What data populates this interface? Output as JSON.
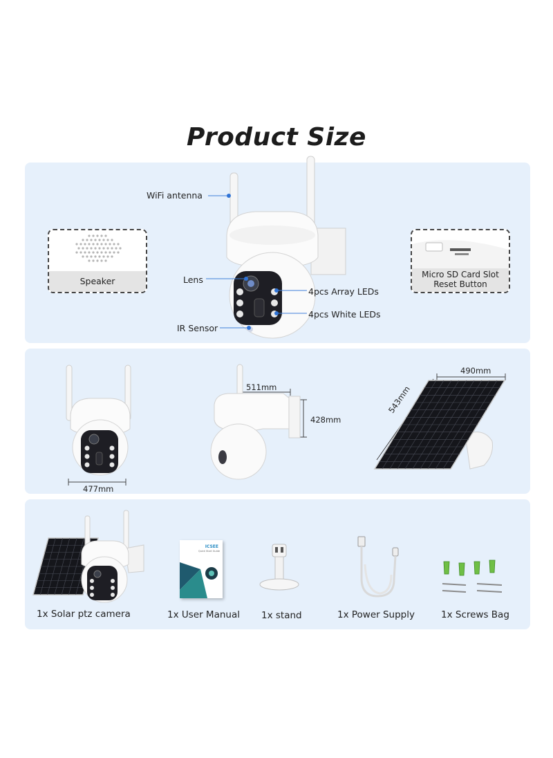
{
  "title": "Product Size",
  "features": {
    "wifi_antenna": "WiFi antenna",
    "speaker": "Speaker",
    "lens": "Lens",
    "ir_sensor": "IR Sensor",
    "array_leds": "4pcs Array LEDs",
    "white_leds": "4pcs White LEDs",
    "sd_slot": "Micro SD Card Slot",
    "reset": "Reset Button"
  },
  "dimensions": {
    "front_width": "477mm",
    "side_width": "511mm",
    "side_height": "428mm",
    "panel_width": "490mm",
    "panel_height": "543mm"
  },
  "package": [
    {
      "label": "1x Solar ptz camera",
      "icon": "solar-camera"
    },
    {
      "label": "1x User Manual",
      "icon": "manual"
    },
    {
      "label": "1x stand",
      "icon": "stand"
    },
    {
      "label": "1x Power Supply",
      "icon": "usb-cable"
    },
    {
      "label": "1x Screws Bag",
      "icon": "screws"
    }
  ],
  "manual_brand": "ICSEE",
  "manual_subtitle": "Quick Start Guide",
  "colors": {
    "panel_bg": "#e6f0fb",
    "accent": "#2f73d6"
  }
}
